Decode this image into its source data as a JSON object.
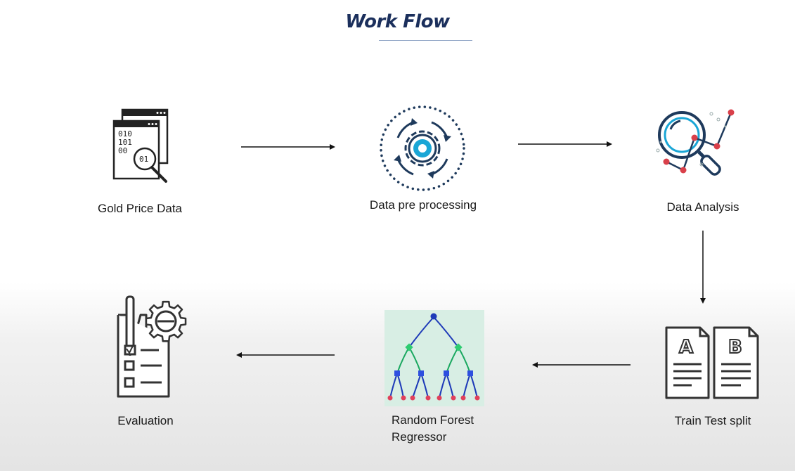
{
  "title": "Work Flow",
  "steps": [
    {
      "label": "Gold Price Data",
      "icon": "binary-data-magnifier-icon"
    },
    {
      "label": "Data pre processing",
      "icon": "gear-cycle-icon"
    },
    {
      "label": "Data Analysis",
      "icon": "analysis-magnifier-icon"
    },
    {
      "label": "Train Test split",
      "icon": "ab-documents-icon"
    },
    {
      "label": "Random Forest Regressor",
      "icon": "decision-tree-icon"
    },
    {
      "label": "Evaluation",
      "icon": "checklist-gear-icon"
    }
  ],
  "icon_text": {
    "binary": [
      "010",
      "101",
      "00"
    ],
    "lens_digits": "01",
    "doc_a": "A",
    "doc_b": "B"
  },
  "colors": {
    "title": "#1b2f5c",
    "accent_blue": "#1aa6d6",
    "dark_navy": "#1e3a5c",
    "red_dot": "#d9404a",
    "tree_bg": "#d8eee4"
  }
}
